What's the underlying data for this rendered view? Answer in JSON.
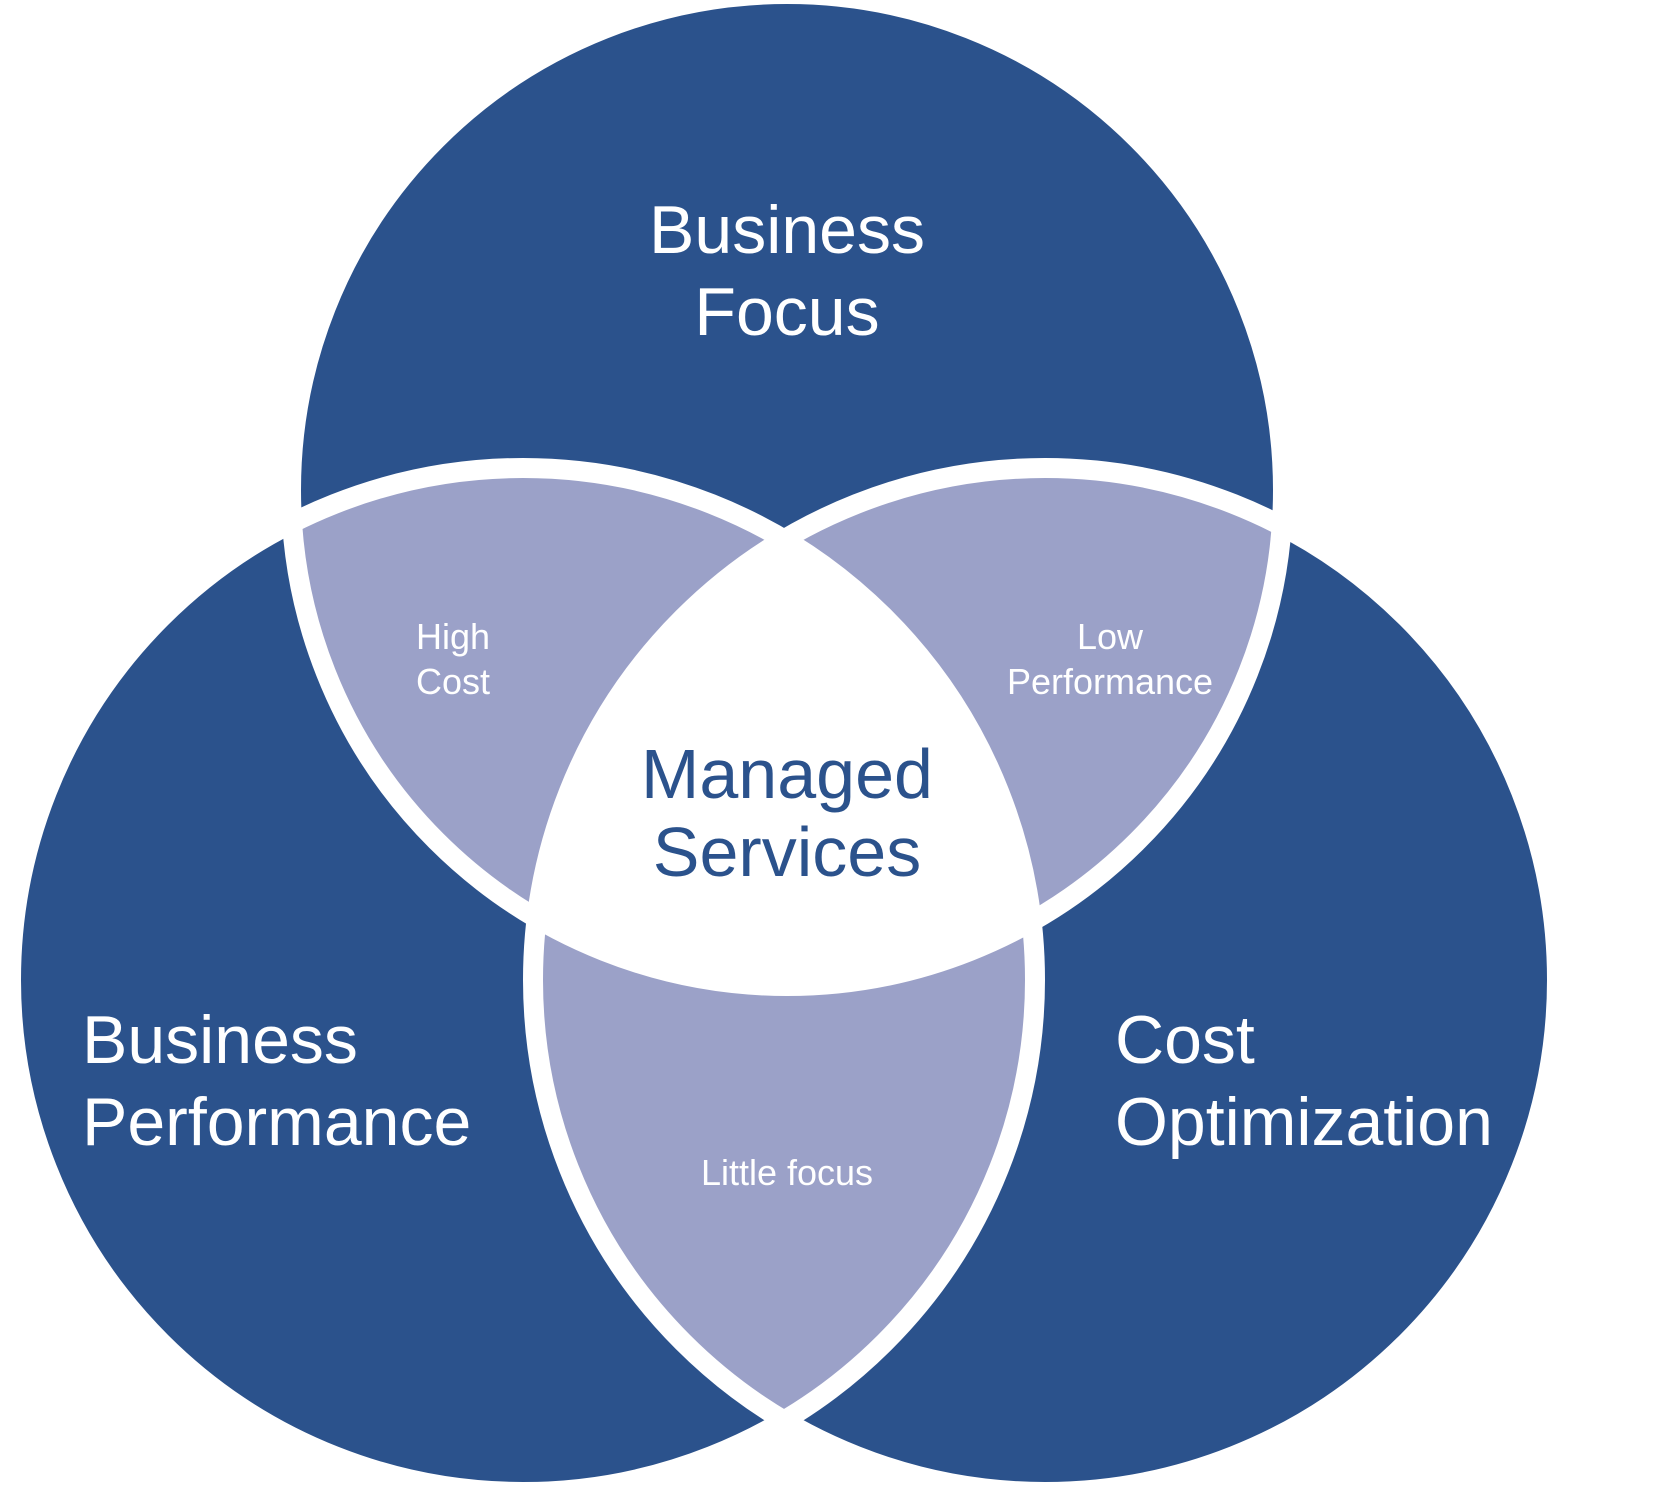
{
  "colors": {
    "circle_fill": "#2B528C",
    "overlap_fill": "#9BA1C8",
    "center_fill": "#FFFFFF",
    "outline": "#FFFFFF",
    "center_text": "#2B528C"
  },
  "sets": {
    "top": {
      "line1": "Business",
      "line2": "Focus"
    },
    "left": {
      "line1": "Business",
      "line2": "Performance"
    },
    "right": {
      "line1": "Cost",
      "line2": "Optimization"
    }
  },
  "overlaps": {
    "top_left": {
      "line1": "High",
      "line2": "Cost"
    },
    "top_right": {
      "line1": "Low",
      "line2": "Performance"
    },
    "left_right": {
      "line1": "Little focus"
    }
  },
  "center": {
    "line1": "Managed",
    "line2": "Services"
  }
}
